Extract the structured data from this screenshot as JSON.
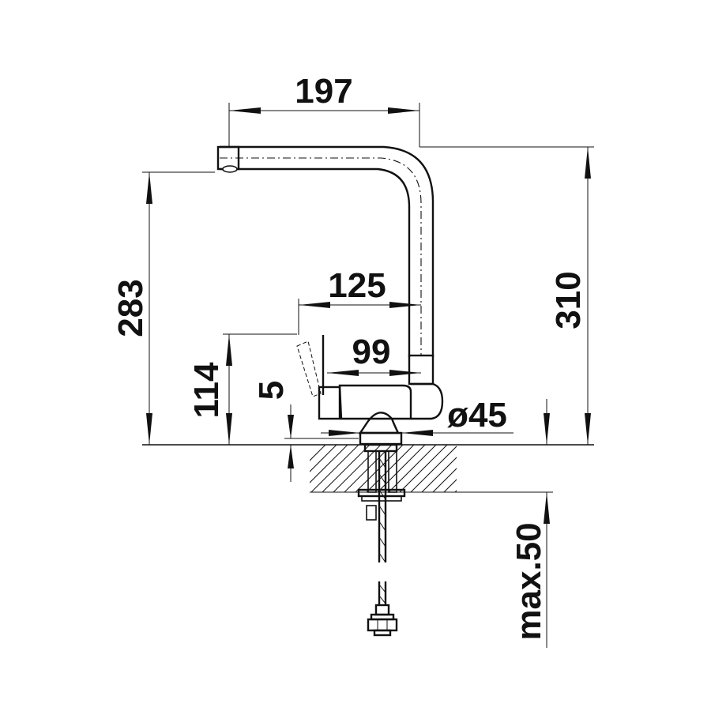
{
  "dimensions": {
    "width_197": "197",
    "height_283": "283",
    "height_310": "310",
    "reach_125": "125",
    "base_99": "99",
    "height_114": "114",
    "offset_5": "5",
    "dia_45": "ø45",
    "max_50": "max.50"
  },
  "colors": {
    "line": "#111111",
    "background": "#ffffff"
  }
}
